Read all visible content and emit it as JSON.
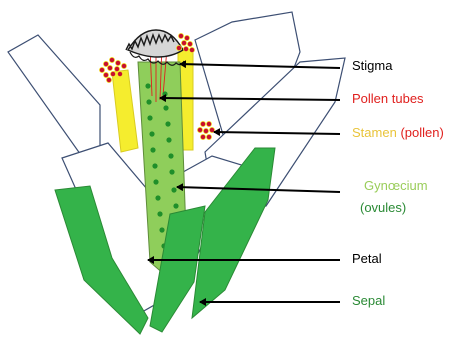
{
  "labels": {
    "stigma": "Stigma",
    "pollen_tubes": "Pollen tubes",
    "stamen": "Stamen",
    "stamen_detail": "(pollen)",
    "gynoecium": "Gynœcium",
    "ovules": "(ovules)",
    "petal": "Petal",
    "sepal": "Sepal"
  },
  "colors": {
    "petal_outline": "#3d4f73",
    "petal_fill": "#ffffff",
    "stamen": "#f5ed2e",
    "pollen": "#c8102e",
    "gynoecium": "#8fce5b",
    "ovule": "#1f8f2a",
    "sepal": "#34b34a",
    "stigma": "#cfcfcf",
    "arrow": "#000000",
    "label_black": "#000000",
    "label_red": "#e0201e",
    "label_yellow": "#e9c43a",
    "label_green": "#9acd5a",
    "label_darkgreen": "#2a8a35"
  }
}
